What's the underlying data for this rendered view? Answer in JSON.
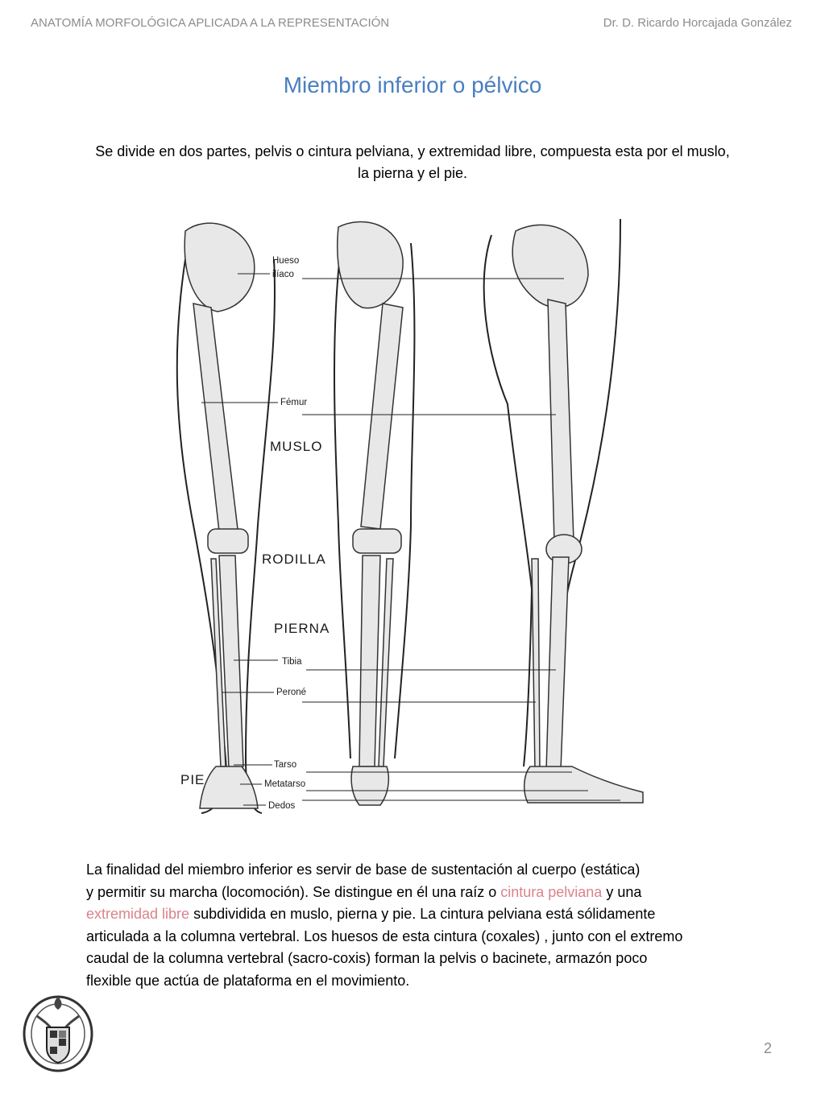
{
  "header": {
    "course": "ANATOMÍA MORFOLÓGICA APLICADA A LA REPRESENTACIÓN",
    "author": "Dr. D. Ricardo Horcajada González"
  },
  "title": "Miembro inferior o pélvico",
  "intro": "Se divide en dos partes, pelvis o cintura pelviana, y extremidad libre, compuesta esta por el muslo, la pierna y el pie.",
  "figure": {
    "labels": {
      "hueso": "Hueso",
      "iliaco": "ilíaco",
      "femur": "Fémur",
      "muslo": "MUSLO",
      "rodilla": "RODILLA",
      "pierna": "PIERNA",
      "tibia": "Tibia",
      "perone": "Peroné",
      "tarso": "Tarso",
      "metatarso": "Metatarso",
      "dedos": "Dedos",
      "pie": "PIE"
    }
  },
  "body": {
    "l1": "La finalidad del miembro inferior es servir de  base de sustentación al cuerpo (estática)",
    "l2a": "y permitir su marcha (locomoción). Se distingue en él una raíz  o ",
    "l2_hl": "cintura pelviana",
    "l2b": " y  una",
    "l3_hl": "extremidad libre",
    "l3b": " subdividida en muslo, pierna y pie. La cintura pelviana está sólidamente",
    "l4": "articulada  a la columna vertebral. Los huesos de esta cintura (coxales) , junto con el extremo",
    "l5": "caudal de la columna vertebral (sacro-coxis) forman la pelvis o bacinete, armazón poco",
    "l6": "flexible que actúa de plataforma en el movimiento."
  },
  "colors": {
    "title": "#4a7fc0",
    "highlight": "#d9838c",
    "header": "#8c8c8c"
  },
  "page_number": "2"
}
